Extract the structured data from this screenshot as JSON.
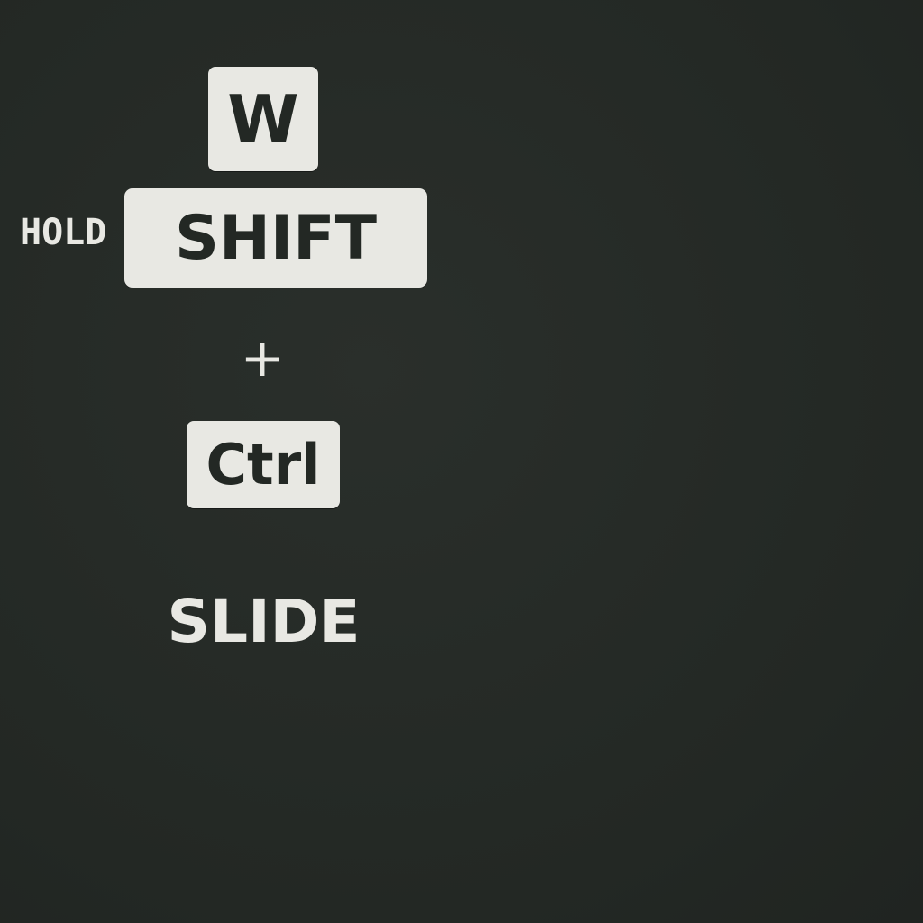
{
  "controls": {
    "key_w": "W",
    "hold_label": "HOLD",
    "key_shift": "SHIFT",
    "plus": "+",
    "key_ctrl": "Ctrl",
    "action_label": "SLIDE"
  },
  "colors": {
    "background": "#252a26",
    "key_face": "#e8e8e3",
    "key_text": "#232824",
    "label_text": "#e8e8e3"
  }
}
